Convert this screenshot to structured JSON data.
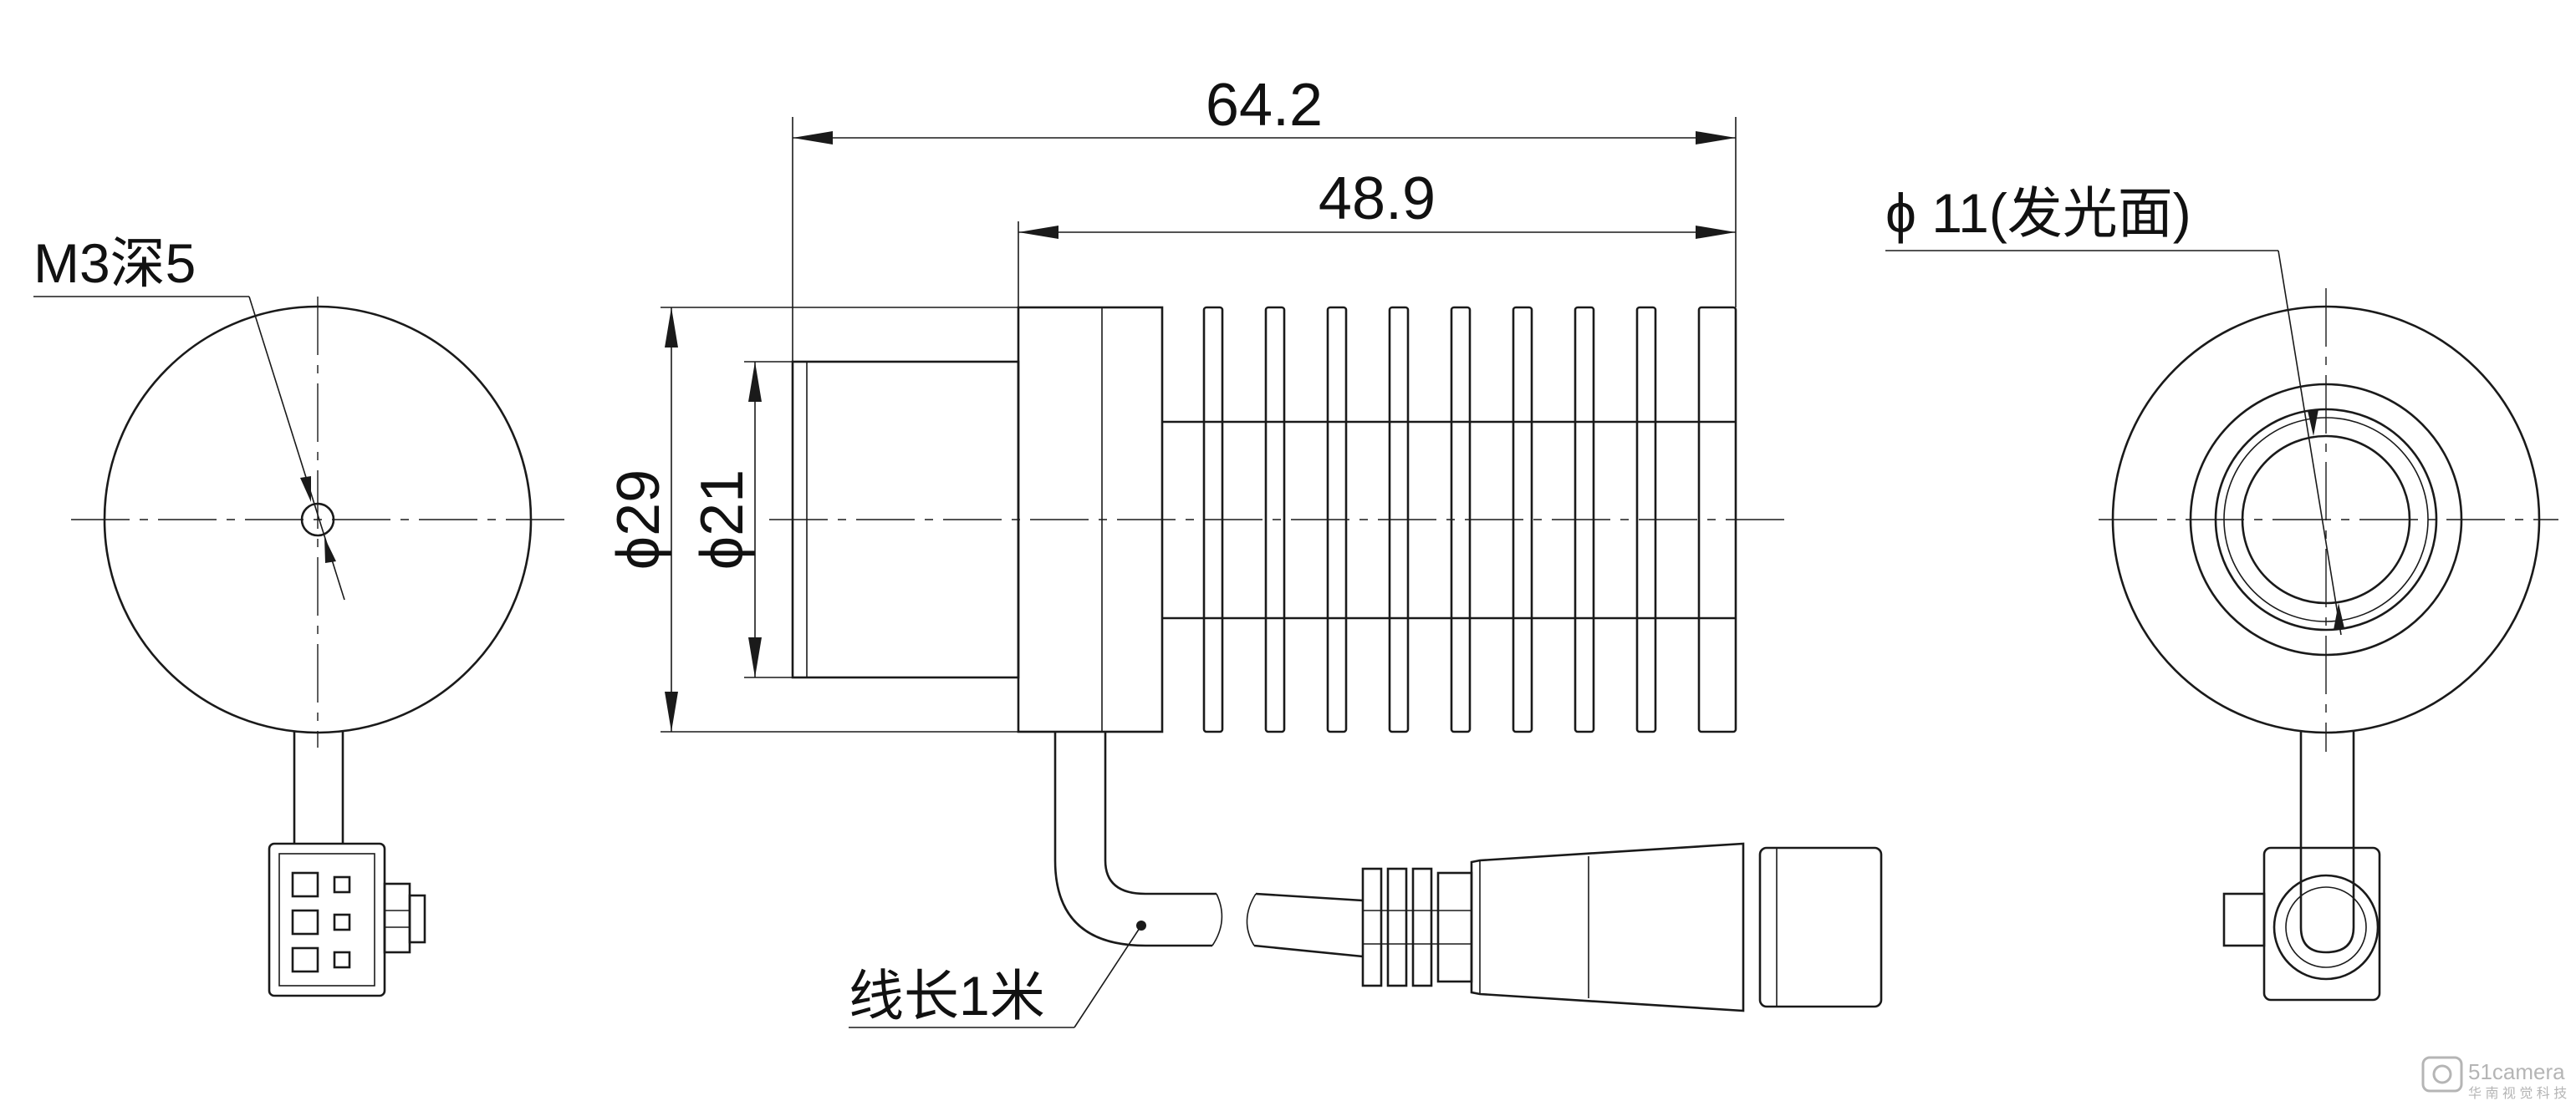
{
  "dimensions": {
    "overall_length": "64.2",
    "body_length": "48.9",
    "outer_diameter": "ϕ29",
    "front_diameter": "ϕ21",
    "emitting_face": "ϕ 11(发光面)"
  },
  "labels": {
    "mount_hole": "M3深5",
    "cable_length": "线长1米"
  },
  "watermark": {
    "brand": "51camera",
    "sub": "华 南 视 觉 科 技"
  },
  "colors": {
    "line": "#1a1a1a",
    "background": "#ffffff",
    "watermark": "#b5b5b5"
  }
}
